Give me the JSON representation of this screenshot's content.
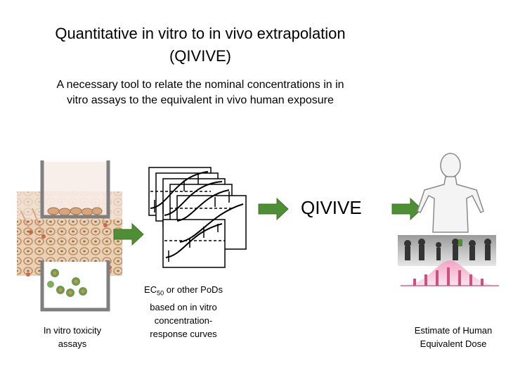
{
  "title": {
    "line1": "Quantitative in vitro to in vivo extrapolation",
    "line2": "(QIVIVE)"
  },
  "subtitle": {
    "line1": "A necessary tool to relate the nominal concentrations in in",
    "line2": "vitro assays to the equivalent in vivo human exposure"
  },
  "qivive_label": "QIVIVE",
  "captions": {
    "left": {
      "line1": "In vitro toxicity",
      "line2": "assays"
    },
    "middle": {
      "ec": "EC",
      "ec_sub": "50",
      "line1_rest": " or other PoDs",
      "line2": "based on in vitro",
      "line3": "concentration-",
      "line4": "response curves"
    },
    "right": {
      "line1": "Estimate of Human",
      "line2": "Equivalent Dose"
    }
  },
  "colors": {
    "arrow_green": "#4e8f35",
    "well_gray": "#808080",
    "cells_tan": "#c9a37a"
  },
  "icons": {
    "arrows": "right-arrow-icon",
    "human": "human-figure-icon",
    "plots": "dose-response-curves-icon"
  }
}
